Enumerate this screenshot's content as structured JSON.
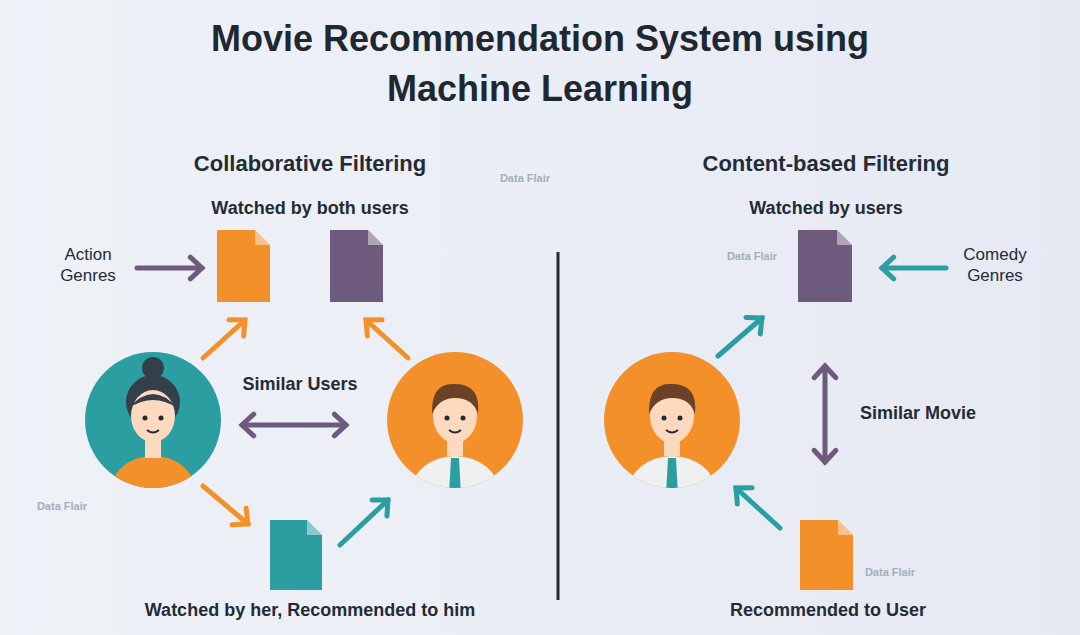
{
  "diagram": {
    "title": "Movie Recommendation System using Machine Learning",
    "labels": [
      "Collaborative Filtering",
      "Watched by both users",
      "Action Genres",
      "Similar Users",
      "Watched by her, Recommended to him",
      "Content-based Filtering",
      "Watched by users",
      "Comedy Genres",
      "Similar Movie",
      "Recommended to User",
      "Data Flair",
      "Data Flair",
      "Data Flair",
      "Data Flair"
    ]
  }
}
